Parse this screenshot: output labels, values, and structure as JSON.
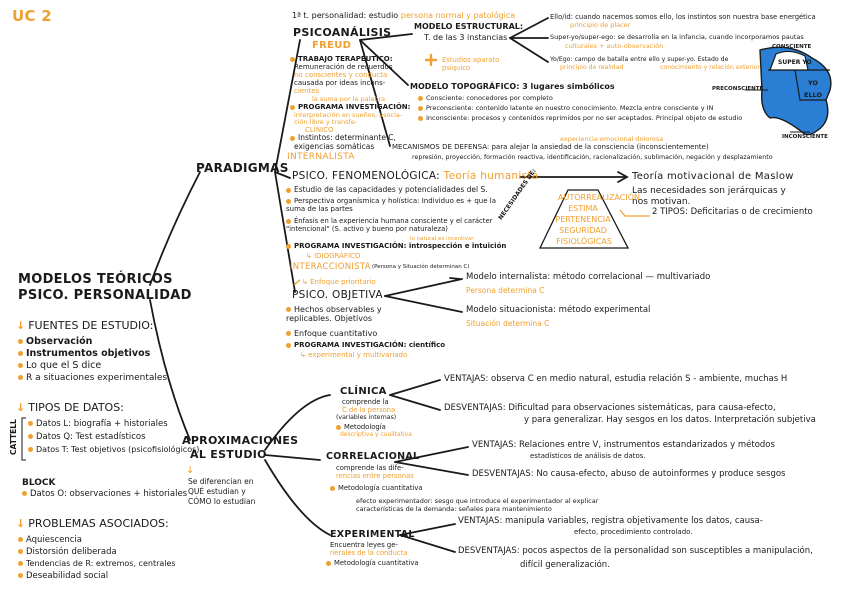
{
  "corner_title": "UC 2",
  "main_title": [
    "MODELOS TEÓRICOS",
    "PSICO. PERSONALIDAD"
  ],
  "sections": {
    "fuentes": {
      "title": "FUENTES DE ESTUDIO:",
      "items": [
        "Observación",
        "Instrumentos objetivos",
        "Lo que el S dice",
        "R a situaciones experimentales"
      ]
    },
    "tipos": {
      "title": "TIPOS DE DATOS:",
      "cattell": "CATTELL",
      "items": [
        "Datos L: biografía + historiales",
        "Datos Q: Test estadísticos",
        "Datos T: Test objetivos (psicofisiológicos)"
      ],
      "block": "BLOCK",
      "block_item": "Datos O: observaciones + historiales"
    },
    "problemas": {
      "title": "PROBLEMAS ASOCIADOS:",
      "items": [
        "Aquiescencia",
        "Distorsión deliberada",
        "Tendencias de R: extremos, centrales",
        "Deseabilidad social"
      ]
    }
  },
  "paradigmas": {
    "label": "PARADIGMAS",
    "psicoanalisis": {
      "title": "PSICOANÁLISIS",
      "author": "FREUD",
      "first": "1ª t. personalidad: estudio",
      "first_o": "persona normal y patológica",
      "trabajo": "TRABAJO TERAPÉUTICO:",
      "trabajo_txt": [
        "Remuneración de recuerdos",
        "no conscientes y conducta",
        "causada por ideas incons-",
        "cientes"
      ],
      "suma": "la suma por la palabra",
      "prog": "PROGRAMA INVESTIGACIÓN:",
      "prog_txt": [
        "interpretación en sueños, asocia-",
        "ción libre y transfe-"
      ],
      "clinico": "CLÍNICO",
      "instintos": "Instintos: determinante C,",
      "exigencias": "exigencias somáticas",
      "internalista": "INTERNALISTA",
      "estructural": "MODELO ESTRUCTURAL:",
      "estructural_sub": "T. de las 3 instancias",
      "ello": "Ello/id: cuando nacemos somos ello, los instintos son nuestra base energética",
      "ello2": "principio de placer",
      "super": "Super-yo/super-ego: se desarrolla en la infancia, cuando incorporamos pautas",
      "super2": "culturales + auto-observación",
      "yo": "Yo/Ego: campo de batalla entre ello y super-yo. Estado de",
      "yo2": "principio de realidad",
      "yo3": "conocimiento y relación exterior",
      "plus": "Estudios aparato psíquico",
      "topo": "MODELO TOPOGRÁFICO: 3 lugares simbólicos",
      "topo_items": [
        "Consciente: conocedores por completo",
        "Preconsciente: contenido latente en nuestro conocimiento. Mezcla entre consciente y IN",
        "Inconsciente: procesos y contenidos reprimidos por no ser aceptados. Principal objeto de estudio"
      ],
      "mecanismos": "MECANISMOS DE DEFENSA: para alejar la ansiedad de la consciencia (inconscientemente)",
      "mecanismos_top": "experiencia emocional dolorosa",
      "mecanismos_list": "represión, proyección, formación reactiva, identificación, racionalización, sublimación, negación y desplazamiento",
      "iceberg": {
        "consciente": "CONSCIENTE",
        "preconsciente": "PRECONSCIENTE",
        "inconsciente": "INCONSCIENTE",
        "super": "SUPER YO",
        "ello": "ELLO",
        "yo": "YO"
      }
    },
    "fenomeno": {
      "title": "PSICO. FENOMENOLÓGICA:",
      "title_o": "Teoría humanista",
      "items": [
        "Estudio de las capacidades y potencialidades del S.",
        "Perspectiva organísmica y holística: Individuo es + que la suma de las partes",
        "Énfasis en la experiencia humana consciente y el carácter \"intencional\" (S. activo y bueno por naturaleza)"
      ],
      "note": "lo natural es incentivar",
      "prog": "PROGRAMA INVESTIGACIÓN: introspección e intuición",
      "idiografico": "IDIOGRÁFICO",
      "interaccionista": "INTERACCIONISTA",
      "inter_note": "(Persona y Situación determinan C)",
      "maslow": "Teoría motivacional de Maslow",
      "maslow_txt": [
        "Las necesidades son jerárquicas y",
        "nos motivan."
      ],
      "tipos": "2 TIPOS: Deficitarias o de crecimiento",
      "pyramid_label": "NECESIDADES DE:",
      "pyramid": [
        "AUTORREALIZACIÓN",
        "ESTIMA",
        "PERTENENCIA",
        "SEGURIDAD",
        "FISIOLÓGICAS"
      ]
    },
    "objetiva": {
      "title": "PSICO. OBJETIVA",
      "enfoque_top": "Enfoque prioritario",
      "items": [
        "Hechos observables y replicables. Objetivos",
        "Enfoque cuantitativo",
        "PROGRAMA INVESTIGACIÓN: científico"
      ],
      "prog_o": "experimental y multivariado",
      "internalista": "Modelo internalista: método correlacional — multivariado",
      "inter_sub": "Persona determina C",
      "situacionista": "Modelo situacionista: método experimental",
      "sit_sub": "Situación determina C"
    }
  },
  "aproximaciones": {
    "label": [
      "APROXIMACIONES",
      "AL ESTUDIO"
    ],
    "note": [
      "Se diferencian en",
      "QUÉ estudian y",
      "CÓMO lo estudian"
    ],
    "clinica": {
      "title": "CLÍNICA",
      "sub": [
        "comprende la",
        "C de la persona",
        "(variables internas)"
      ],
      "met": "Metodología",
      "met_o": "descriptiva y cualitativa",
      "ventajas": "VENTAJAS: observa C en medio natural, estudia relación S - ambiente, muchas H",
      "desventajas": "DESVENTAJAS: Dificultad para observaciones sistemáticas, para causa-efecto,",
      "desventajas2": "y para generalizar. Hay sesgos en los datos. Interpretación subjetiva"
    },
    "correlacional": {
      "title": "CORRELACIONAL",
      "sub": [
        "comprende las dife-",
        "rencias entre personas"
      ],
      "met": "Metodología cuantitativa",
      "ventajas": "VENTAJAS: Relaciones entre V, instrumentos estandarizados y métodos",
      "ventajas2": "estadísticos de análisis de datos.",
      "desventajas": "DESVENTAJAS: No causa-efecto, abuso de autoinformes y produce sesgos"
    },
    "experimental": {
      "title": "EXPERIMENTAL",
      "efecto": "efecto experimentador: sesgo que introduce el experimentador al explicar",
      "efecto2": "características de la demanda: señales para mantenimiento",
      "sub": [
        "Encuentra leyes ge-",
        "nerales de la conducta"
      ],
      "met": "Metodología cuantitativa",
      "ventajas": "VENTAJAS: manipula variables, registra objetivamente los datos, causa-",
      "ventajas2": "efecto, procedimiento controlado.",
      "desventajas": "DESVENTAJAS: pocos aspectos de la personalidad son susceptibles a manipulación,",
      "desventajas2": "difícil generalización."
    }
  },
  "colors": {
    "accent": "#f0a030",
    "ink": "#1a1a1a",
    "iceberg_blue": "#2a7fd4"
  }
}
